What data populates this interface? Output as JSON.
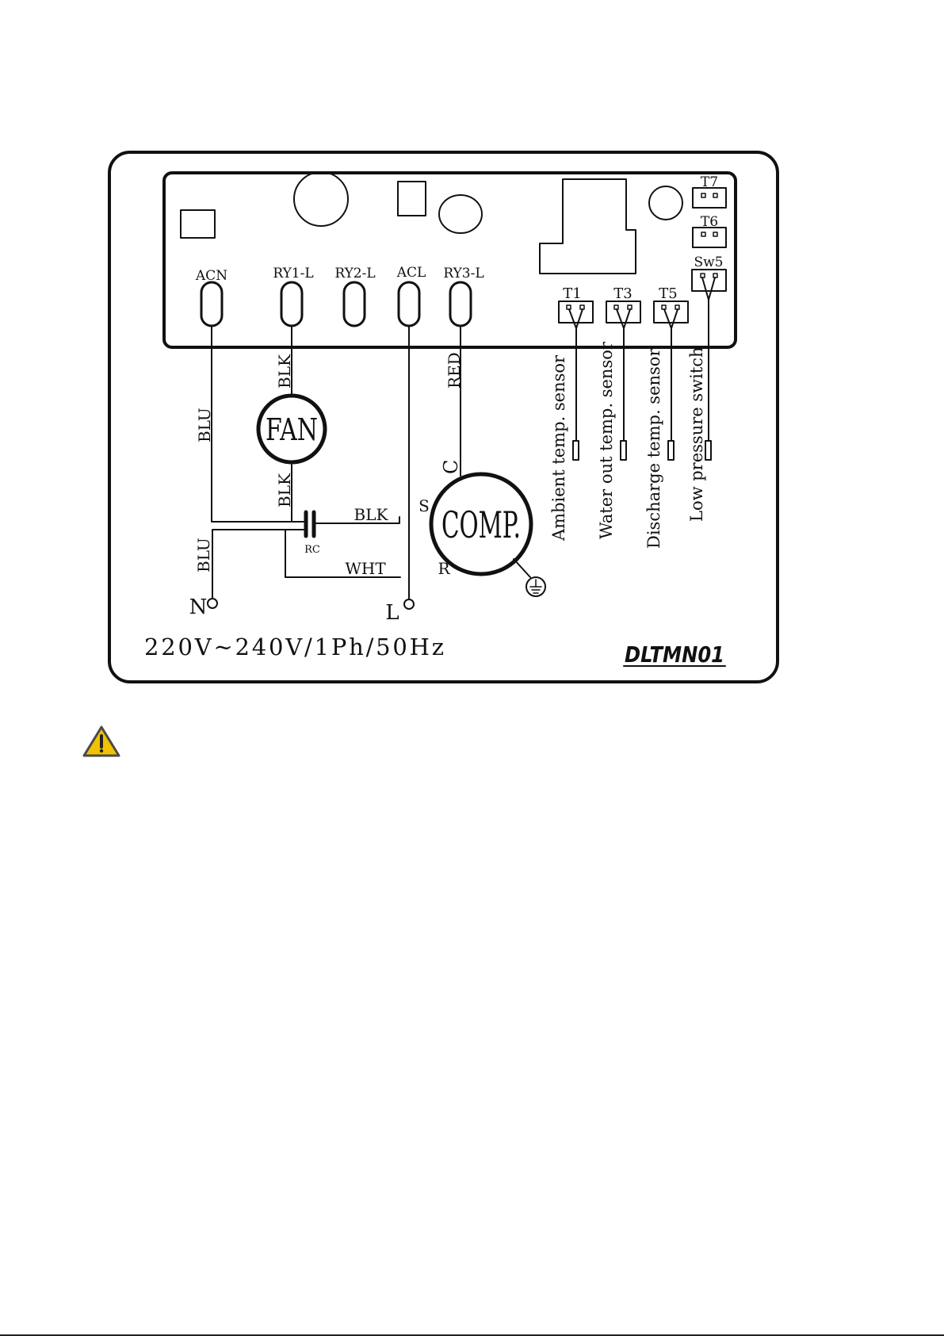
{
  "diagram": {
    "terminals": {
      "acn": "ACN",
      "ry1l": "RY1-L",
      "ry2l": "RY2-L",
      "acl": "ACL",
      "ry3l": "RY3-L"
    },
    "sensor_connectors": {
      "t1": "T1",
      "t3": "T3",
      "t5": "T5",
      "t7": "T7",
      "t6": "T6",
      "sw5": "Sw5"
    },
    "wire_colors": {
      "blu_upper": "BLU",
      "blu_lower": "BLU",
      "blk_top": "BLK",
      "blk_bottom": "BLK",
      "blk_cap": "BLK",
      "red": "RED",
      "wht": "WHT"
    },
    "components": {
      "fan": "FAN",
      "compressor": "COMP.",
      "capacitor": "RC",
      "comp_c": "C",
      "comp_s": "S",
      "comp_r": "R",
      "neutral": "N",
      "line": "L"
    },
    "sensors": {
      "ambient": "Ambient temp. sensor",
      "water_out": "Water out temp. sensor",
      "discharge": "Discharge temp. sensor",
      "low_pressure": "Low pressure switch"
    },
    "supply": "220V~240V/1Ph/50Hz",
    "model": "DLTMN01"
  },
  "warning": {
    "icon": "warning-triangle-icon",
    "color": "#f2c200"
  }
}
